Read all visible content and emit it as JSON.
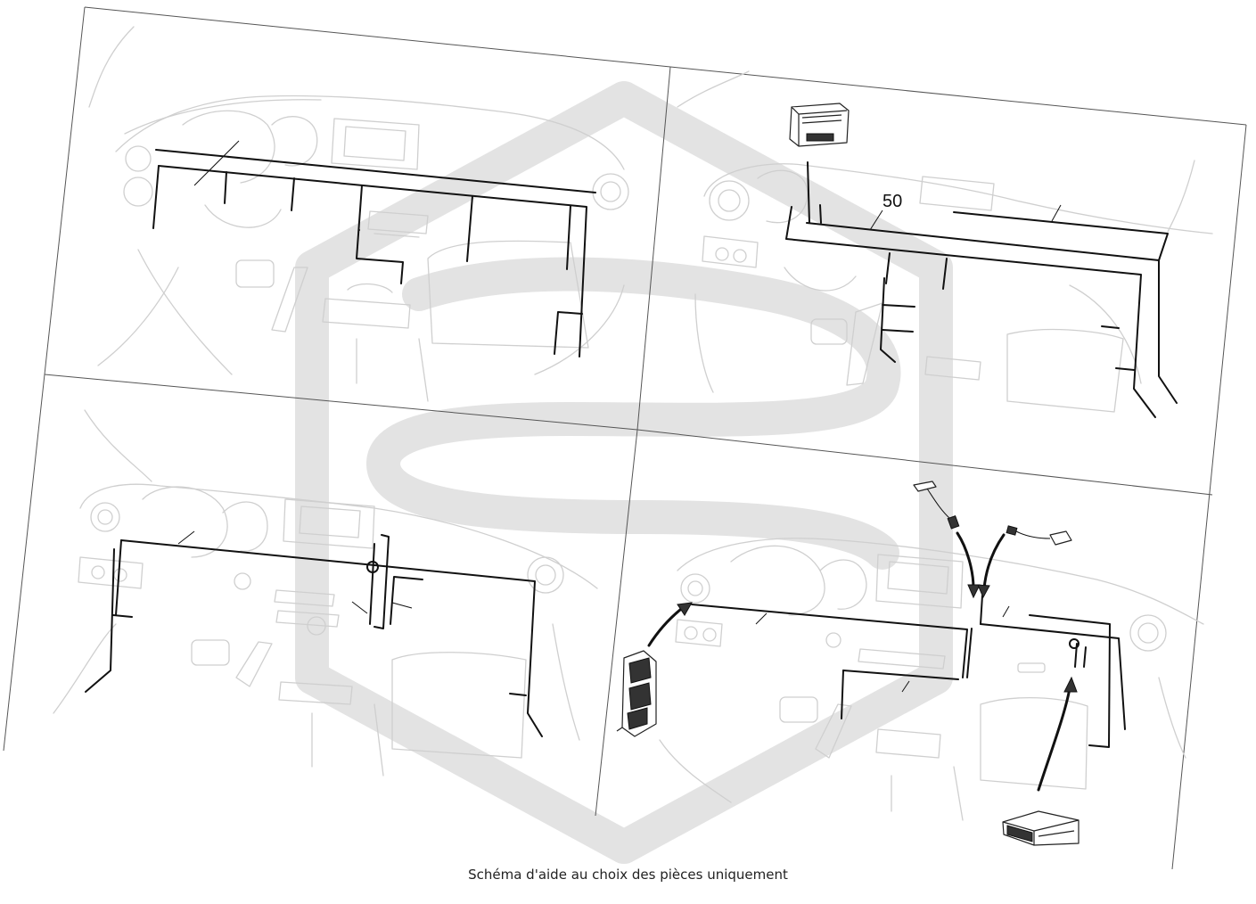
{
  "diagram": {
    "reference_number": "50",
    "caption": "Schéma d'aide au choix des pièces uniquement",
    "panels": [
      {
        "id": "panel-top-left"
      },
      {
        "id": "panel-top-right"
      },
      {
        "id": "panel-bottom-left"
      },
      {
        "id": "panel-bottom-right"
      }
    ],
    "parts": [
      "body-control-unit",
      "antenna-module",
      "usb-socket-cable",
      "gps-antenna-cable",
      "electronic-control-module"
    ]
  }
}
